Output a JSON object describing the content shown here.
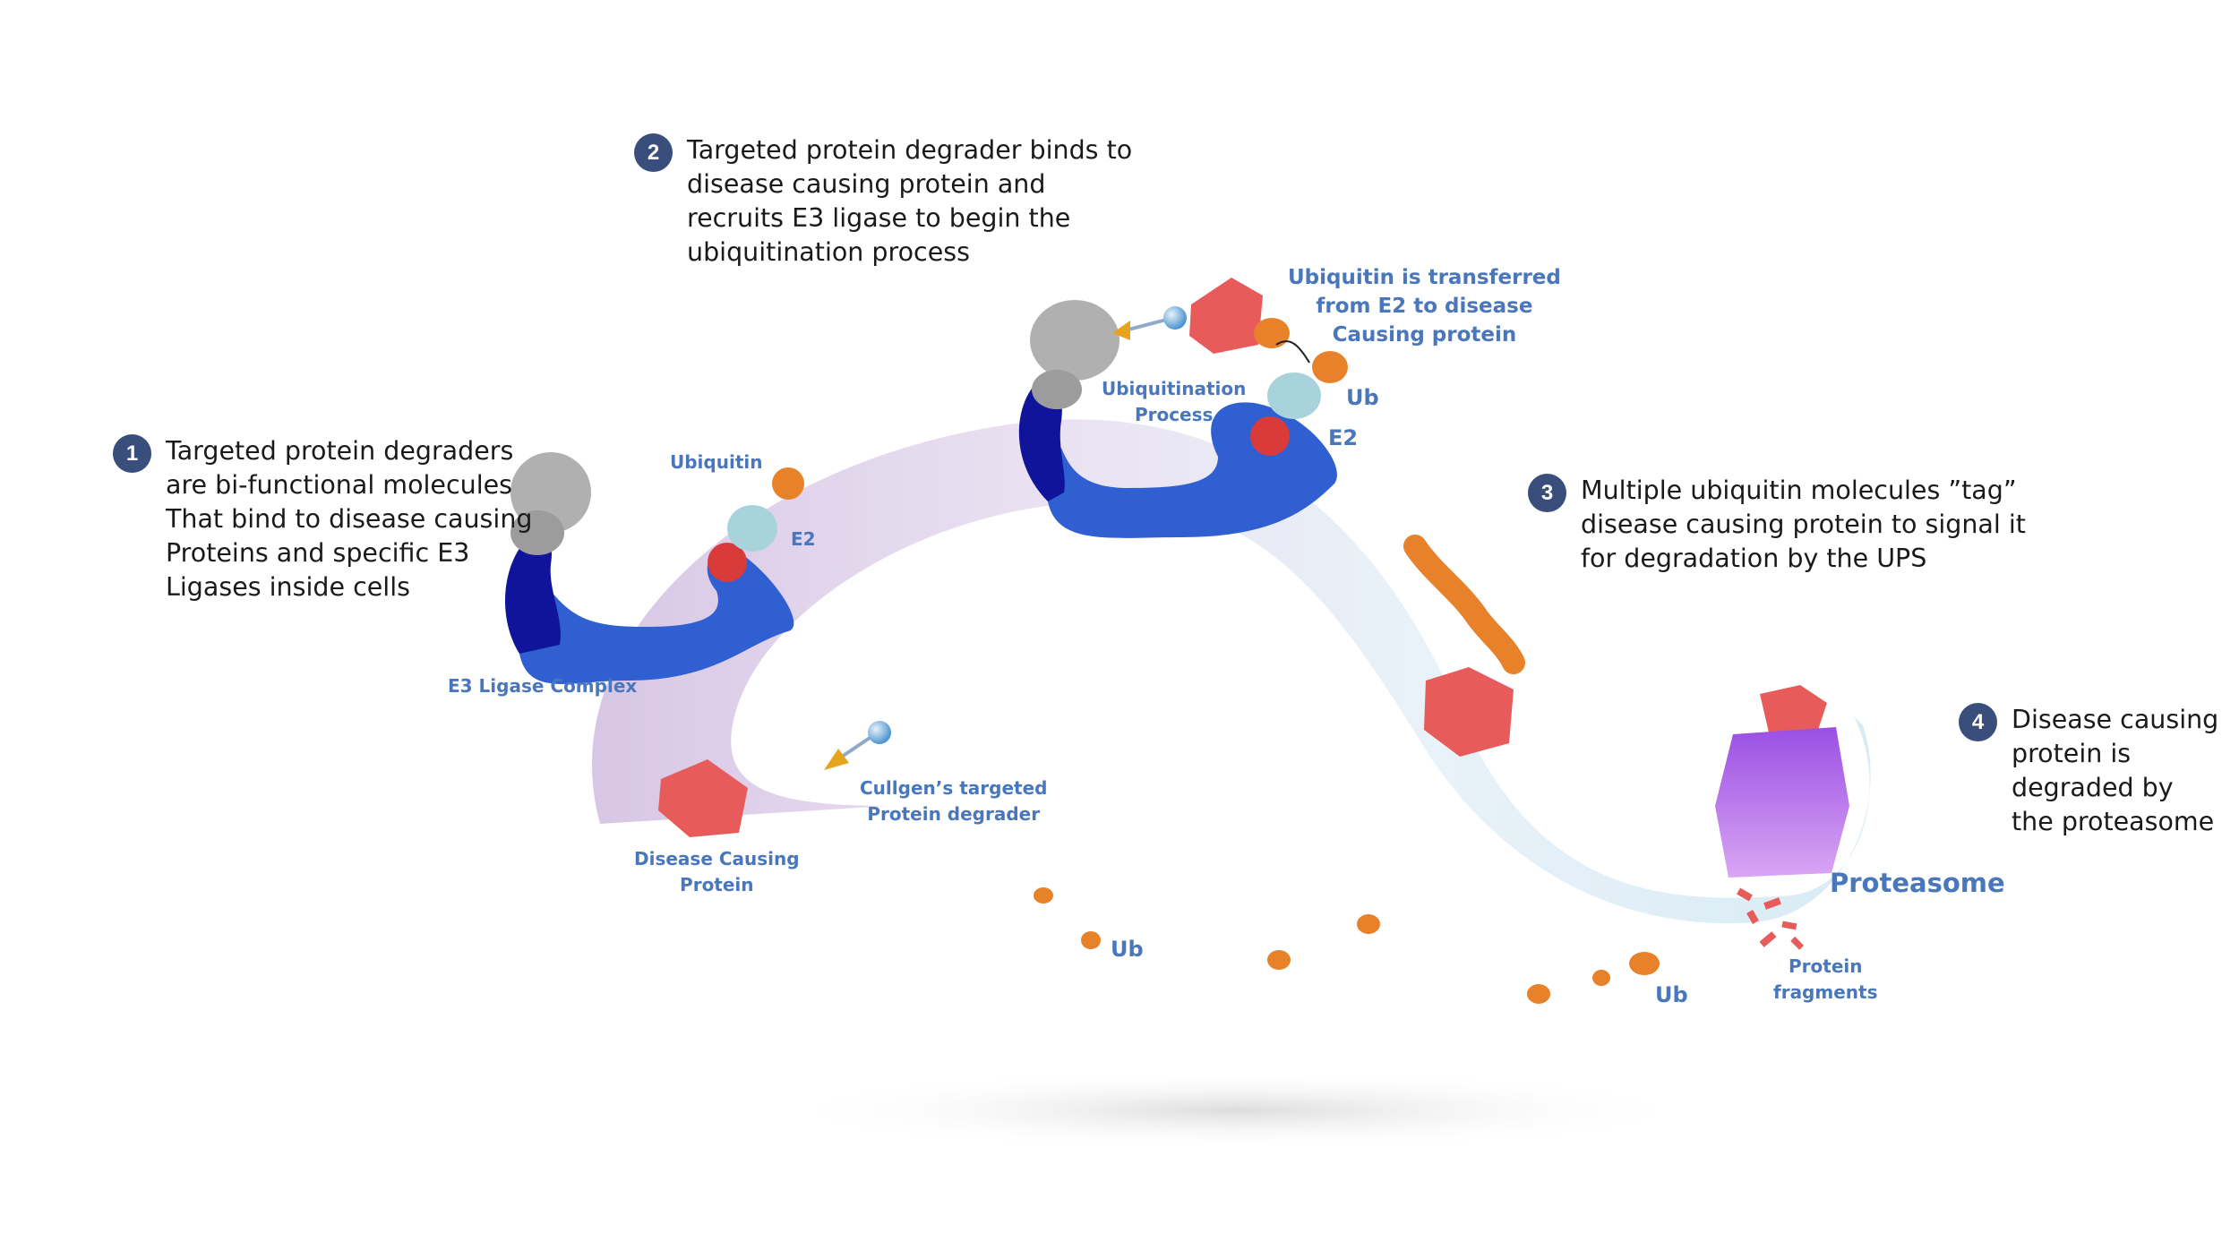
{
  "steps": [
    {
      "number": "1",
      "text": "Targeted protein degraders\nare bi-functional molecules\nThat bind to disease causing\nProteins and specific E3\nLigases inside cells"
    },
    {
      "number": "2",
      "text": "Targeted protein degrader binds to\ndisease causing protein and\nrecruits E3 ligase to begin the\nubiquitination process"
    },
    {
      "number": "3",
      "text": "Multiple ubiquitin molecules ”tag”\ndisease causing protein to signal it\nfor degradation by the UPS"
    },
    {
      "number": "4",
      "text": "Disease causing\nprotein is\ndegraded by\nthe proteasome"
    }
  ],
  "labels": {
    "ubiquitin": "Ubiquitin",
    "e2_left": "E2",
    "e3_ligase_complex": "E3 Ligase Complex",
    "disease_causing_protein": "Disease Causing\nProtein",
    "targeted_degrader": "Cullgen’s targeted\nProtein degrader",
    "ubiquitin_transferred": "Ubiquitin is transferred\nfrom E2 to disease\nCausing protein",
    "ubiquitination_process": "Ubiquitination\nProcess",
    "ub_top": "Ub",
    "e2_top": "E2",
    "ub_mid": "Ub",
    "ub_right": "Ub",
    "proteasome": "Proteasome",
    "protein_fragments": "Protein\nfragments"
  },
  "colors": {
    "step_badge": "#3a4e7c",
    "label_blue": "#4a77bb",
    "ligase_blue": "#2f5fd0",
    "ligase_navy": "#10149a",
    "substrate_red": "#e85b5b",
    "ubiquitin_orange": "#e8822a",
    "e2_lightblue": "#a9d3dc",
    "proteasome_purple": "#a35ae0",
    "ribbon_purple": "#c9b6dc",
    "ribbon_blue": "#cde6f2"
  }
}
